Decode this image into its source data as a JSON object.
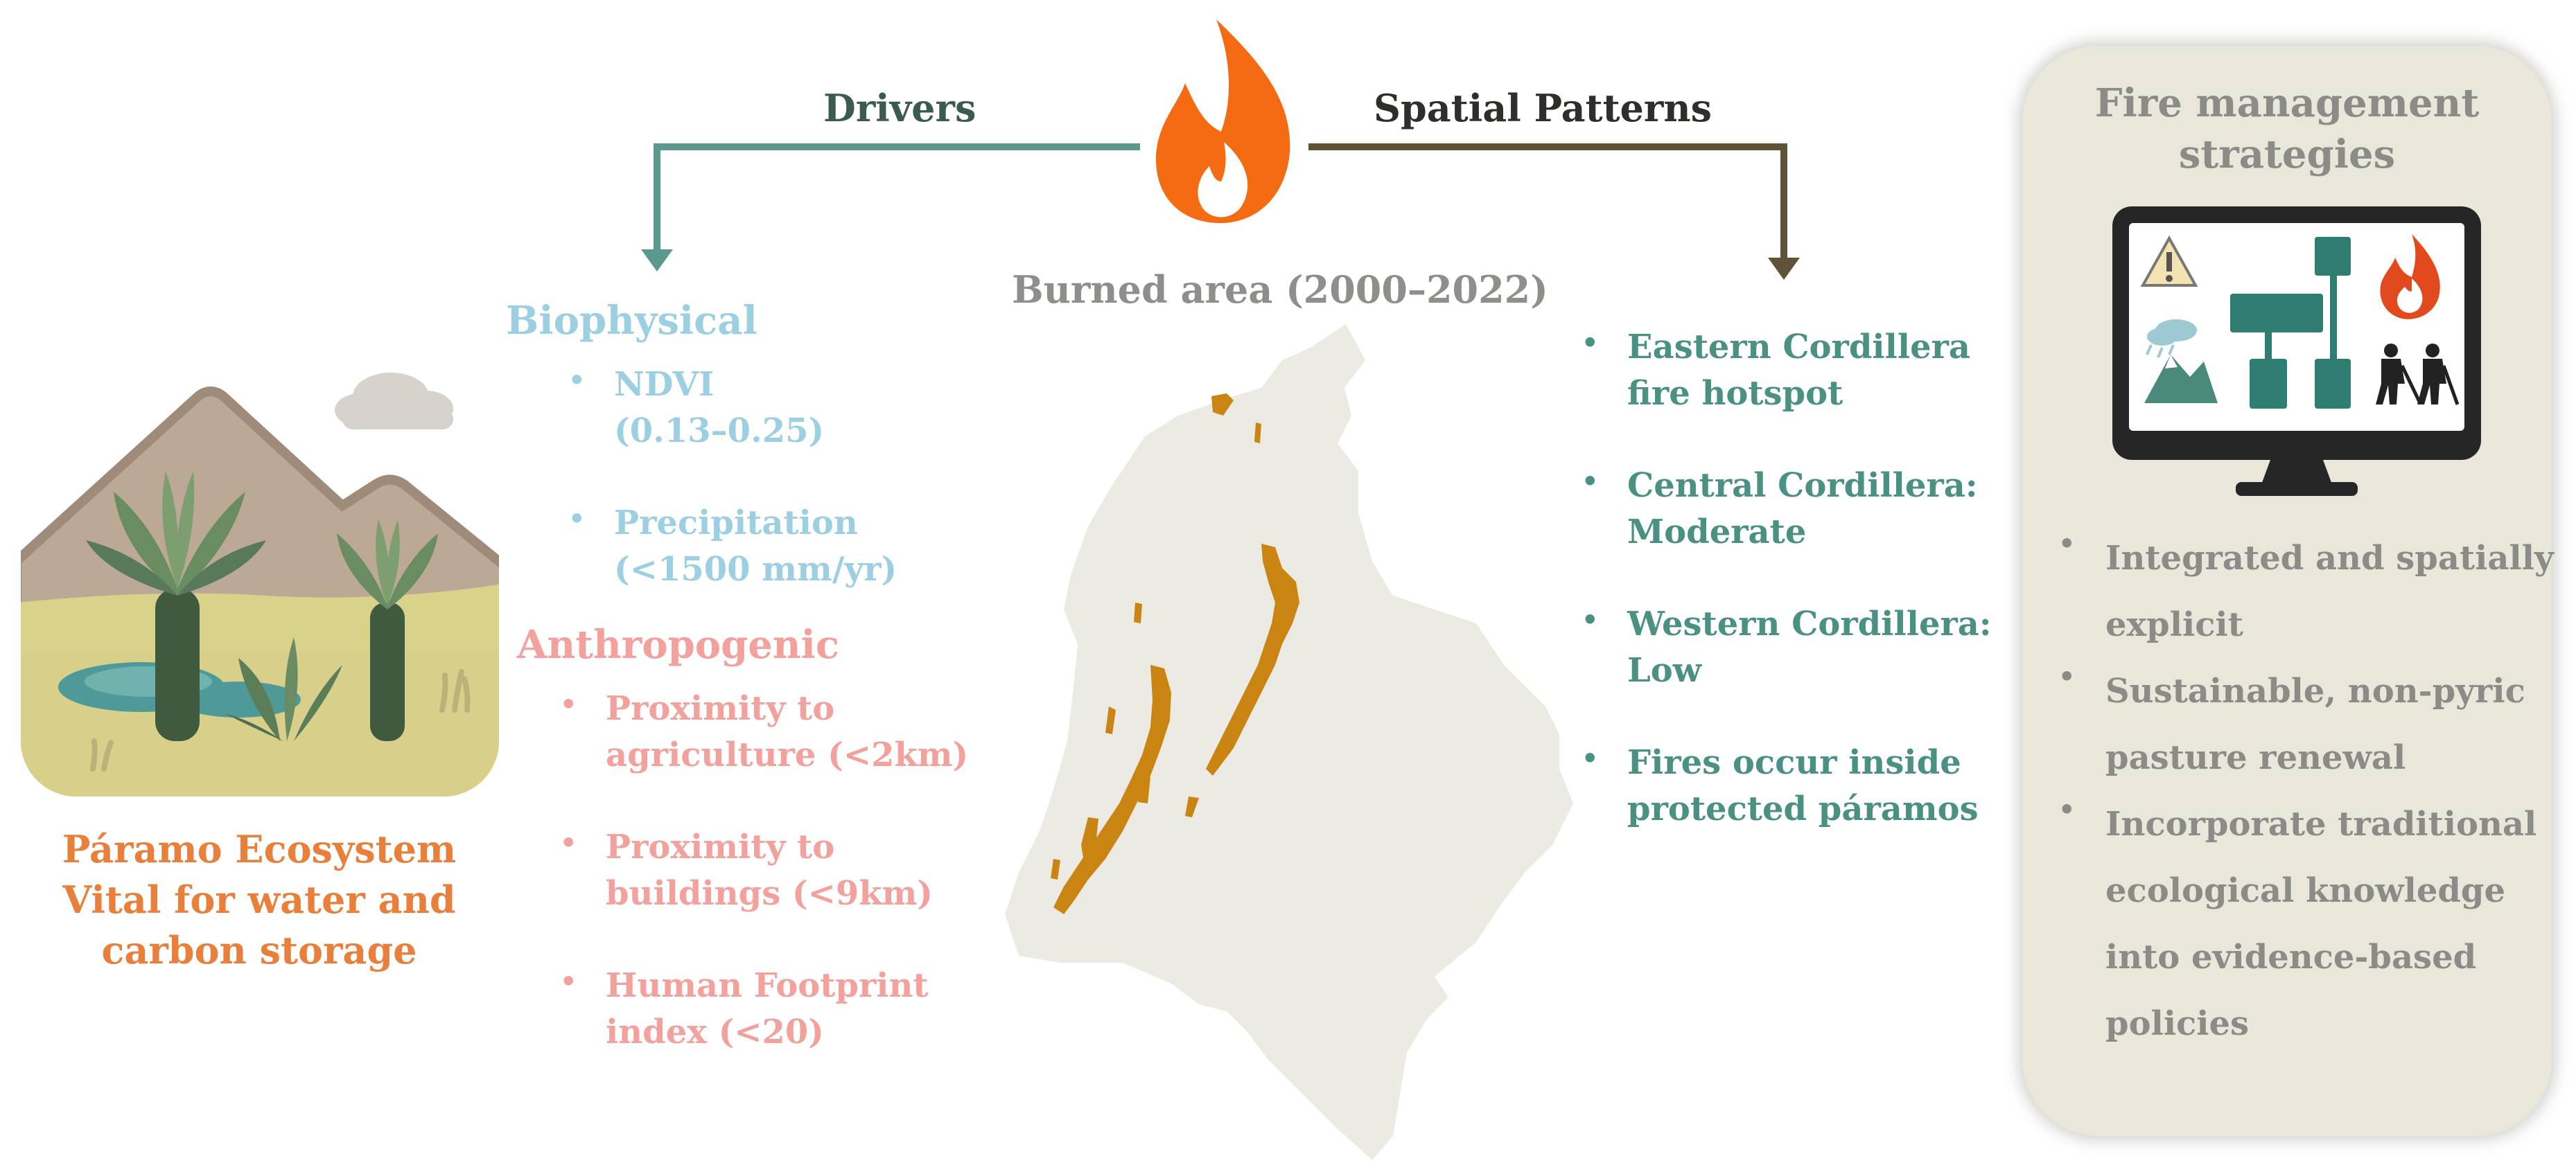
{
  "header": {
    "drivers": "Drivers",
    "spatial": "Spatial Patterns"
  },
  "map": {
    "title": "Burned area (2000–2022)"
  },
  "ecosystem": {
    "lines": [
      "Páramo Ecosystem",
      "Vital for water and",
      "carbon storage"
    ]
  },
  "biophysical": {
    "heading": "Biophysical",
    "items": [
      {
        "line1": "NDVI",
        "line2": "(0.13–0.25)"
      },
      {
        "line1": "Precipitation",
        "line2": "(<1500 mm/yr)"
      }
    ]
  },
  "anthropogenic": {
    "heading": "Anthropogenic",
    "items": [
      {
        "line1": "Proximity to",
        "line2": "agriculture (<2km)"
      },
      {
        "line1": "Proximity to",
        "line2": "buildings (<9km)"
      },
      {
        "line1": "Human Footprint",
        "line2": "index (<20)"
      }
    ]
  },
  "spatial_patterns": {
    "items": [
      {
        "line1": "Eastern Cordillera",
        "line2": "fire hotspot"
      },
      {
        "line1": "Central Cordillera:",
        "line2": "Moderate"
      },
      {
        "line1": "Western Cordillera:",
        "line2": "Low"
      },
      {
        "line1": "Fires occur inside",
        "line2": "protected páramos"
      }
    ]
  },
  "management": {
    "title_line1": "Fire management",
    "title_line2": "strategies",
    "items": [
      {
        "lines": [
          "Integrated and spatially",
          "explicit"
        ]
      },
      {
        "lines": [
          "Sustainable, non-pyric",
          "pasture renewal"
        ]
      },
      {
        "lines": [
          "Incorporate traditional",
          "ecological knowledge",
          "into evidence-based",
          "policies"
        ]
      }
    ]
  },
  "colors": {
    "drivers_arrow": "#5a9a8c",
    "spatial_arrow": "#5e5238",
    "flame": "#f46b12",
    "burned": "#c98412",
    "map_fill": "#ecebe3",
    "panel_bg": "#e9e7da",
    "ecosystem_text": "#e8803c"
  },
  "icons": [
    "flame-icon",
    "warning-icon",
    "weather-icon",
    "flowchart-icon",
    "fire-icon",
    "workers-icon",
    "monitor-icon"
  ]
}
